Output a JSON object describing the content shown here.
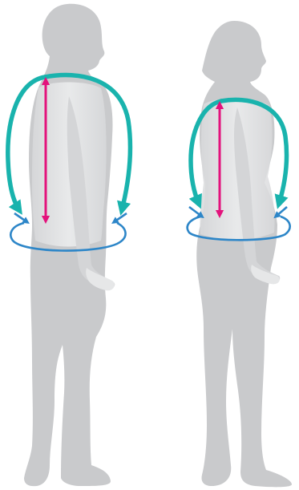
{
  "figures": [
    {
      "id": "male",
      "description_visible": false
    },
    {
      "id": "female",
      "description_visible": false
    }
  ],
  "colors": {
    "silhouette": "#c9cacc",
    "silhouette_shadow": "#bfc0c2",
    "torso_highlight": "#e3e4e6",
    "arc_teal": "#19b3ad",
    "vertical_magenta": "#e3127c",
    "waist_blue": "#2d86c8"
  },
  "measurements": {
    "male": [
      "front-length-arc",
      "back-length-arc",
      "vertical-length",
      "waist-circumference"
    ],
    "female": [
      "front-length-arc",
      "back-length-arc",
      "vertical-length",
      "waist-circumference"
    ]
  }
}
